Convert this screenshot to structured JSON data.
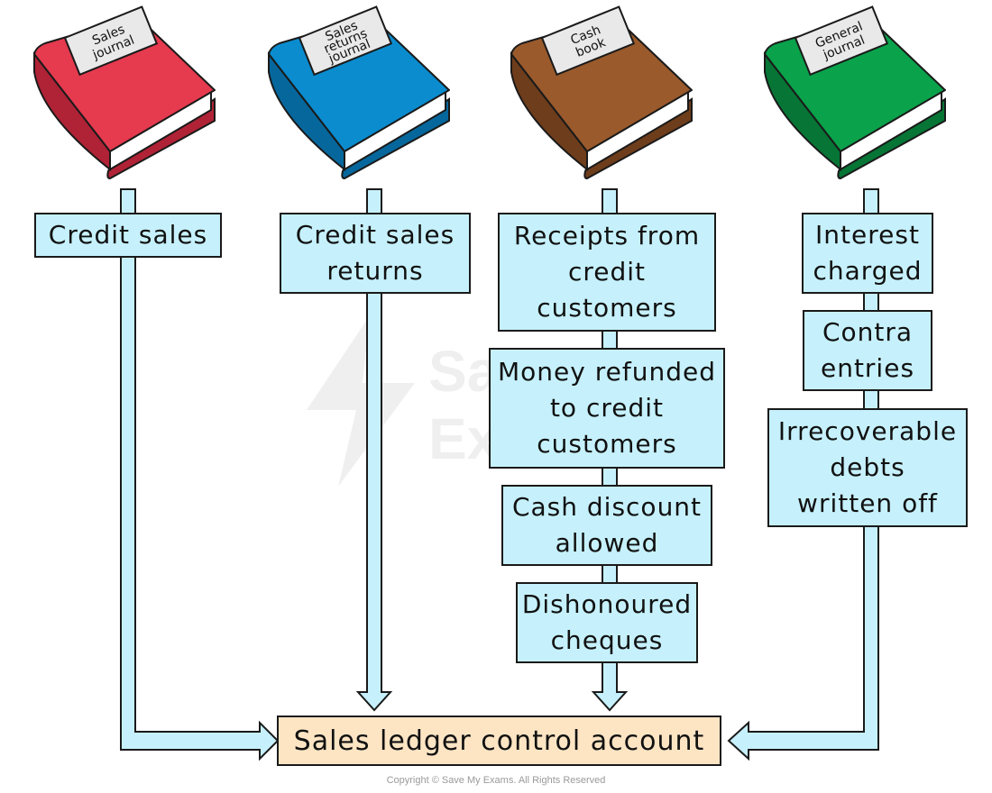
{
  "books": [
    {
      "label_lines": [
        "Sales",
        "journal"
      ],
      "color": "#e63a4f",
      "edge_color": "#b02236"
    },
    {
      "label_lines": [
        "Sales",
        "returns",
        "journal"
      ],
      "color": "#0a8ccf",
      "edge_color": "#06679c"
    },
    {
      "label_lines": [
        "Cash",
        "book"
      ],
      "color": "#9a5a2c",
      "edge_color": "#6e3d1b"
    },
    {
      "label_lines": [
        "General",
        "journal"
      ],
      "color": "#0aa24b",
      "edge_color": "#067535"
    }
  ],
  "columns": [
    {
      "items": [
        {
          "text": "Credit sales"
        }
      ]
    },
    {
      "items": [
        {
          "text": "Credit sales\nreturns"
        }
      ]
    },
    {
      "items": [
        {
          "text": "Receipts from\ncredit\ncustomers"
        },
        {
          "text": "Money refunded\nto credit\ncustomers"
        },
        {
          "text": "Cash discount\nallowed"
        },
        {
          "text": "Dishonoured\ncheques"
        }
      ]
    },
    {
      "items": [
        {
          "text": "Interest\ncharged"
        },
        {
          "text": "Contra\nentries"
        },
        {
          "text": "Irrecoverable\ndebts\nwritten off"
        }
      ]
    }
  ],
  "target": {
    "text": "Sales ledger control account"
  },
  "watermark": {
    "line1": "Save My",
    "line2": "Exams"
  },
  "copyright": "Copyright © Save My Exams. All Rights Reserved",
  "colors": {
    "item_fill": "#c6f1fc",
    "target_fill": "#fde5c4",
    "outline": "#1a1a1a"
  }
}
